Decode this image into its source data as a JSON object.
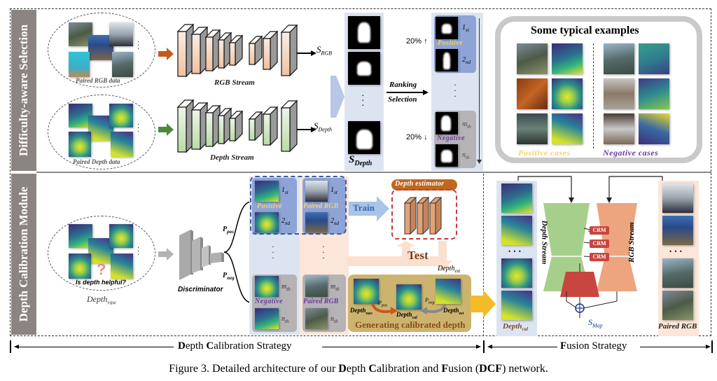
{
  "sections": {
    "top_label": "Difficulty-aware Selection",
    "bottom_label": "Depth Calibration Module"
  },
  "top": {
    "rgb_data_label": "Paired RGB data",
    "depth_data_label": "Paired Depth data",
    "rgb_stream_label": "RGB Stream",
    "depth_stream_label": "Depth Stream",
    "s_rgb": "S",
    "s_rgb_sub": "RGB",
    "s_depth": "S",
    "s_depth_sub": "Depth",
    "s_depth_panel": "S",
    "s_depth_panel_sub": "Depth",
    "ranking_label": "Ranking",
    "selection_label": "Selection",
    "pct_top": "20% ↑",
    "pct_bottom": "20% ↓",
    "rank_1": "1",
    "rank_1_sub": "st",
    "rank_2": "2",
    "rank_2_sub": "nd",
    "rank_m": "m",
    "rank_m_sub": "th",
    "rank_n": "n",
    "rank_n_sub": "th",
    "positive_label": "Positive",
    "negative_label": "Negative",
    "dots": "⋮"
  },
  "examples": {
    "title": "Some typical examples",
    "positive_label": "Positive cases",
    "negative_label": "Negative cases"
  },
  "bottom": {
    "depth_raw": "Depth",
    "depth_raw_sub": "raw",
    "question": "Is depth helpful?",
    "discriminator_label": "Discriminator",
    "p_pos": "P",
    "p_pos_sub": "pos",
    "p_neg": "P",
    "p_neg_sub": "neg",
    "positive_label": "Positive",
    "negative_label": "Negative",
    "paired_rgb_label": "Paired RGB",
    "rank_1": "1",
    "rank_1_sub": "st",
    "rank_2": "2",
    "rank_2_sub": "nd",
    "rank_m": "m",
    "rank_m_sub": "th",
    "rank_n": "n",
    "rank_n_sub": "th",
    "train_label": "Train",
    "test_label": "Test",
    "depth_estimator_label": "Depth estimator",
    "depth_est": "Depth",
    "depth_est_sub": "est",
    "gen_label": "Generating calibrated depth",
    "gen_depth_raw": "Depth",
    "gen_depth_raw_sub": "raw",
    "gen_depth_cal": "Depth",
    "gen_depth_cal_sub": "cal",
    "gen_depth_est": "Depth",
    "gen_depth_est_sub": "est",
    "gen_p_pos": "P",
    "gen_p_pos_sub": "pos",
    "gen_p_neg": "P",
    "gen_p_neg_sub": "neg"
  },
  "fusion": {
    "depth_stream_label": "Depth Stream",
    "rgb_stream_label": "RGB Stream",
    "crm_labels": [
      "CRM",
      "CRM",
      "CRM"
    ],
    "s_map": "S",
    "s_map_sub": "Map",
    "depth_cal": "Depth",
    "depth_cal_sub": "cal",
    "paired_rgb_label": "Paired RGB",
    "ellipsis": "• • •"
  },
  "strategy": {
    "left_label_parts": [
      "D",
      "epth ",
      "C",
      "alibration Strategy"
    ],
    "right_label_parts": [
      "F",
      "usion Strategy"
    ]
  },
  "caption": {
    "parts": [
      "Figure 3. Detailed architecture of our ",
      "D",
      "epth ",
      "C",
      "alibration and ",
      "F",
      "usion (",
      "DCF",
      ") network."
    ]
  },
  "colors": {
    "sidebar": "#8c8480",
    "positive_text": "#f0d36a",
    "negative_text": "#6a3aa0",
    "rgb_orange": "#c8581e",
    "depth_green": "#4d8a3a",
    "crm_red": "#c9453f",
    "fusion_green": "#a7cf8c",
    "fusion_orange": "#eca57f",
    "gen_box": "#cdb46e",
    "gen_text": "#8a4a1a",
    "arrow_yellow": "#f3bb27"
  }
}
